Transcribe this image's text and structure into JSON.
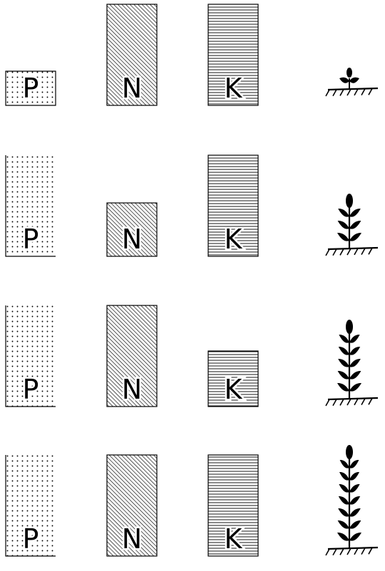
{
  "nutrient_labels": {
    "p": "P",
    "n": "N",
    "k": "K"
  },
  "stages": [
    {
      "p": 0.34,
      "n": 1.0,
      "k": 1.0,
      "plant_leaf_pairs": 1
    },
    {
      "p": 1.0,
      "n": 0.53,
      "k": 1.0,
      "plant_leaf_pairs": 3
    },
    {
      "p": 1.0,
      "n": 1.0,
      "k": 0.55,
      "plant_leaf_pairs": 5
    },
    {
      "p": 1.0,
      "n": 1.0,
      "k": 1.0,
      "plant_leaf_pairs": 7
    }
  ],
  "colors": {
    "ink": "#000000",
    "background": "#ffffff"
  }
}
